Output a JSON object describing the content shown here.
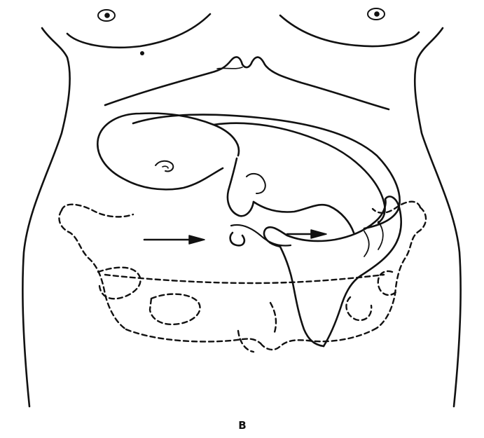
{
  "figure": {
    "panel_label": "B",
    "ink_color": "#111111",
    "background": "#ffffff",
    "depicted": [
      "torso-outline",
      "breasts",
      "uterus",
      "fetus",
      "pelvis-dashed",
      "hand",
      "arrows"
    ]
  }
}
